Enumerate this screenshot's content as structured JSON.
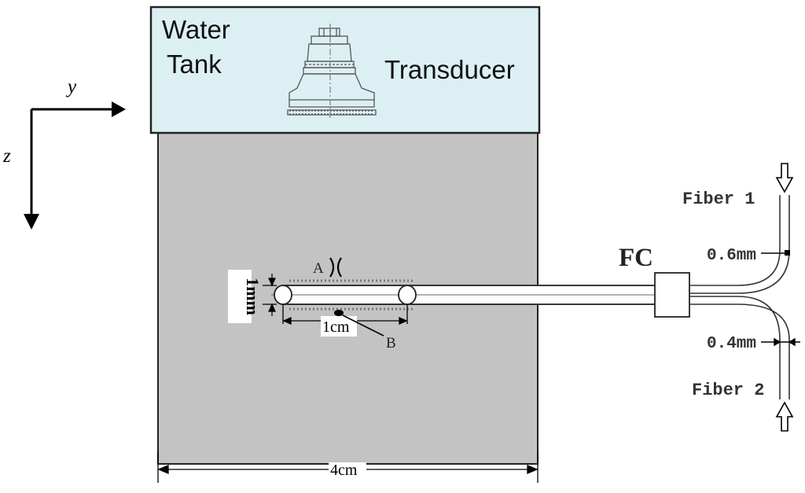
{
  "tank": {
    "title_line1": "Water",
    "title_line2": "Tank",
    "transducer_label": "Transducer",
    "water_color": "#dcf0f4",
    "phantom_color": "#c3c3c3"
  },
  "axes": {
    "y_label": "y",
    "z_label": "z"
  },
  "dimensions": {
    "tube_diameter": "1mm",
    "sensor_spacing": "1cm",
    "phantom_width": "4cm"
  },
  "markers": {
    "point_a": "A",
    "point_b": "B"
  },
  "coupler": {
    "label": "FC"
  },
  "fibers": {
    "fiber1_label": "Fiber 1",
    "fiber2_label": "Fiber 2",
    "fiber1_diameter": "0.6mm",
    "fiber2_diameter": "0.4mm"
  }
}
